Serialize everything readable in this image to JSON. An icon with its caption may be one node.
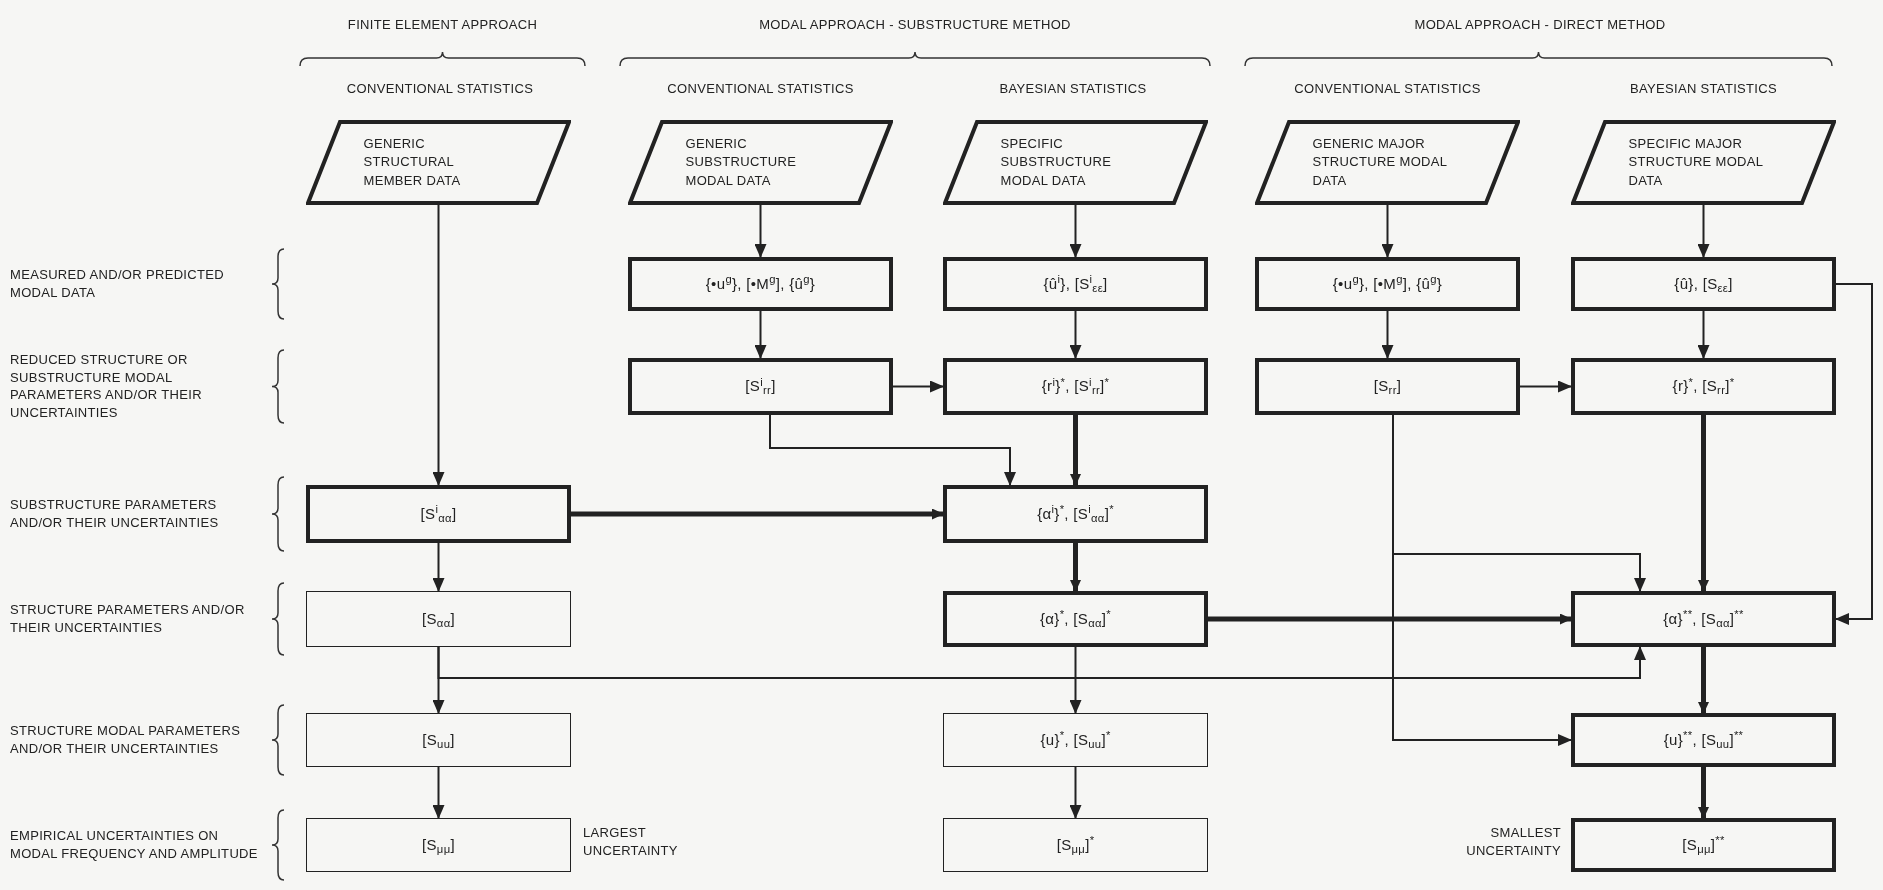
{
  "diagram": {
    "nodes": [
      {
        "text": [
          "GENERIC STRUCTURAL MEMBER DATA"
        ]
      },
      {
        "text": [
          "GENERIC SUBSTRUCTURE MODAL DATA"
        ]
      },
      {
        "text": [
          "SPECIFIC SUBSTRUCTURE MODAL DATA"
        ]
      },
      {
        "text": [
          "GENERIC MAJOR STRUCTURE MODAL DATA"
        ]
      },
      {
        "text": [
          "SPECIFIC MAJOR STRUCTURE MODAL DATA"
        ]
      },
      {
        "text": [
          "{•u$^{g}$}, [•M$^{g}$], {û$^{g}$}"
        ]
      },
      {
        "text": [
          "{û$^{i}$}, [S$^{i}$$_{εε}$]"
        ]
      },
      {
        "text": [
          "{•u$^{g}$}, [•M$^{g}$], {û$^{g}$}"
        ]
      },
      {
        "text": [
          "{û}, [S$_{εε}$]"
        ]
      },
      {
        "text": [
          "[S$^{i}$$_{rr}$]"
        ]
      },
      {
        "text": [
          "{r$^{i}$}$^{*}$, [S$^{i}$$_{rr}$]$^{*}$"
        ]
      },
      {
        "text": [
          "[S$_{rr}$]"
        ]
      },
      {
        "text": [
          "{r}$^{*}$, [S$_{rr}$]$^{*}$"
        ]
      },
      {
        "text": [
          "[S$^{i}$$_{αα}$]"
        ]
      },
      {
        "text": [
          "{α$^{i}$}$^{*}$, [S$^{i}$$_{αα}$]$^{*}$"
        ]
      },
      {
        "text": [
          "[S$_{αα}$]"
        ]
      },
      {
        "text": [
          "{α}$^{*}$, [S$_{αα}$]$^{*}$"
        ]
      },
      {
        "text": [
          "{α}$^{**}$, [S$_{αα}$]$^{**}$"
        ]
      },
      {
        "text": [
          "[S$_{uu}$]"
        ]
      },
      {
        "text": [
          "{u}$^{*}$, [S$_{uu}$]$^{*}$"
        ]
      },
      {
        "text": [
          "{u}$^{**}$, [S$_{uu}$]$^{**}$"
        ]
      },
      {
        "text": [
          "[S$_{μμ}$]"
        ],
        "beside": [
          "LARGEST UNCERTAINTY"
        ]
      },
      {
        "text": [
          "[S$_{μμ}$]$^{*}$"
        ]
      },
      {
        "text": [
          "[S$_{μμ}$]$^{**}$"
        ],
        "beside": [
          "SMALLEST UNCERTAINTY"
        ]
      }
    ],
    "edges": [
      {
        "from": 0,
        "to": 13,
        "arrow": "to"
      },
      {
        "from": 1,
        "to": 5,
        "arrow": "to"
      },
      {
        "from": 2,
        "to": 6,
        "arrow": "to"
      },
      {
        "from": 3,
        "to": 7,
        "arrow": "to"
      },
      {
        "from": 4,
        "to": 8,
        "arrow": "to"
      },
      {
        "from": 5,
        "to": 9,
        "arrow": "to"
      },
      {
        "from": 6,
        "to": 10,
        "arrow": "to"
      },
      {
        "from": 7,
        "to": 11,
        "arrow": "to"
      },
      {
        "from": 8,
        "to": 12,
        "arrow": "to"
      },
      {
        "from": 9,
        "to": 10,
        "arrow": "to"
      },
      {
        "from": 11,
        "to": 12,
        "arrow": "to"
      },
      {
        "from": 9,
        "to": 14,
        "arrow": "to"
      },
      {
        "from": 10,
        "to": 14,
        "arrow": "to",
        "style": "thick"
      },
      {
        "from": 13,
        "to": 14,
        "arrow": "to",
        "style": "thick"
      },
      {
        "from": 13,
        "to": 15,
        "arrow": "to"
      },
      {
        "from": 14,
        "to": 16,
        "arrow": "to",
        "style": "thick"
      },
      {
        "from": 11,
        "to": 17,
        "arrow": "to"
      },
      {
        "from": 12,
        "to": 17,
        "arrow": "to",
        "style": "thick"
      },
      {
        "from": 16,
        "to": 17,
        "arrow": "to",
        "style": "thick"
      },
      {
        "from": 8,
        "to": 17,
        "arrow": "to"
      },
      {
        "from": 15,
        "to": 18,
        "arrow": "to"
      },
      {
        "from": 15,
        "to": 17,
        "arrow": "to"
      },
      {
        "from": 16,
        "to": 19,
        "arrow": "to"
      },
      {
        "from": 11,
        "to": 20,
        "arrow": "to"
      },
      {
        "from": 17,
        "to": 20,
        "arrow": "to",
        "style": "thick"
      },
      {
        "from": 18,
        "to": 21,
        "arrow": "to"
      },
      {
        "from": 19,
        "to": 22,
        "arrow": "to"
      },
      {
        "from": 20,
        "to": 23,
        "arrow": "to",
        "style": "thick"
      }
    ],
    "labels": [
      "FINITE ELEMENT APPROACH",
      "MODAL APPROACH - SUBSTRUCTURE METHOD",
      "MODAL APPROACH - DIRECT METHOD",
      "CONVENTIONAL STATISTICS",
      "CONVENTIONAL STATISTICS",
      "BAYESIAN STATISTICS",
      "CONVENTIONAL STATISTICS",
      "BAYESIAN STATISTICS",
      "MEASURED AND/OR PREDICTED MODAL DATA",
      "REDUCED STRUCTURE OR SUBSTRUCTURE MODAL PARAMETERS AND/OR THEIR UNCERTAINTIES",
      "SUBSTRUCTURE PARAMETERS AND/OR THEIR UNCERTAINTIES",
      "STRUCTURE PARAMETERS AND/OR THEIR UNCERTAINTIES",
      "STRUCTURE MODAL PARAMETERS AND/OR THEIR UNCERTAINTIES",
      "EMPIRICAL UNCERTAINTIES ON MODAL FREQUENCY AND AMPLITUDE"
    ]
  }
}
